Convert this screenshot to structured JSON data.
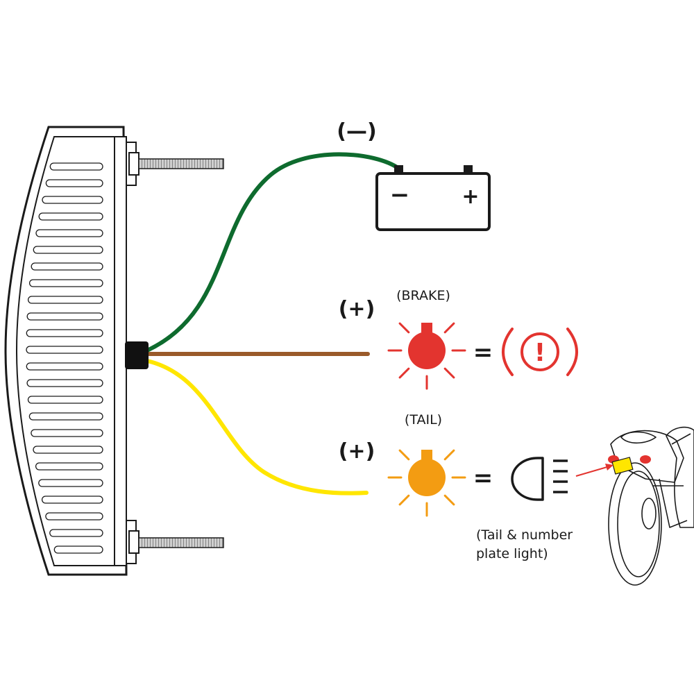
{
  "battery": {
    "polarity_label": "(—)",
    "minus_sign": "−",
    "plus_sign": "+"
  },
  "brake": {
    "title": "(BRAKE)",
    "polarity_label": "(+)",
    "equals": "=",
    "warning_glyph": "!"
  },
  "tail": {
    "title": "(TAIL)",
    "polarity_label": "(+)",
    "equals": "=",
    "caption_line1": "(Tail & number",
    "caption_line2": "plate light)"
  },
  "colors": {
    "ground_wire": "#0e6b2e",
    "brake_wire": "#9a5a2a",
    "tail_wire": "#ffe600",
    "brake_bulb": "#e3342f",
    "tail_bulb": "#f39c12",
    "outline": "#1a1a1a"
  }
}
